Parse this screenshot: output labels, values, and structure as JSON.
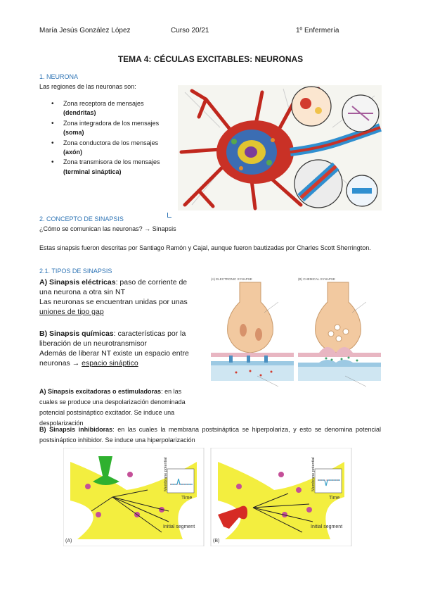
{
  "header": {
    "author": "María Jesús González López",
    "course": "Curso 20/21",
    "program": "1º Enfermería"
  },
  "title": "TEMA 4: CÉCULAS EXCITABLES: NEURONAS",
  "section1": {
    "heading": "1. NEURONA",
    "intro": "Las regiones de las neuronas son:",
    "items": [
      {
        "text": "Zona receptora de mensajes ",
        "bold": "(dendritas)"
      },
      {
        "text": "Zona integradora de los mensajes ",
        "bold": "(soma)"
      },
      {
        "text": "Zona conductora de los mensajes ",
        "bold": "(axón)"
      },
      {
        "text": "Zona transmisora de los mensajes ",
        "bold": "(terminal sináptica)"
      }
    ]
  },
  "section2": {
    "heading": "2. CONCEPTO DE SINAPSIS",
    "question": "¿Cómo se comunican las neuronas? → Sinapsis",
    "paragraph": "Estas sinapsis fueron descritas por Santiago Ramón y Cajal, aunque fueron bautizadas por Charles Scott Sherrington."
  },
  "section21": {
    "heading": "2.1.  TIPOS DE SINAPSIS",
    "a_label": "A) ",
    "a_bold": "Sinapsis eléctricas",
    "a_text": ": paso de corriente de una neurona a otra sin NT",
    "a_line2": "Las neuronas se encuentran unidas por unas ",
    "a_link": "uniones de tipo gap",
    "b_label": "B) ",
    "b_bold": "Sinapsis químicas",
    "b_text": ": características por la liberación de un neurotransmisor",
    "b_line2": "Además de liberar NT existe un espacio entre neuronas → ",
    "b_link": "espacio sináptico",
    "c_label": "A) ",
    "c_bold": "Sinapsis excitadoras o estimuladoras",
    "c_text": ": en las cuales se produce una despolarización denominada potencial postsináptico excitador. Se induce una despolarización",
    "d_label": "B) ",
    "d_bold": "Sinapsis inhibidoras",
    "d_text": ": en las cuales la membrana postsináptica se hiperpolariza, y esto se denomina potencial postsináptico inhibidor. Se induce una hiperpolarización"
  },
  "synapse_figure": {
    "left_title": "(A) ELECTRONIC SYNAPSE",
    "right_title": "(B) CHEMICAL SYNAPSE"
  },
  "potential_figure": {
    "left_label": "(A)",
    "right_label": "(B)",
    "axis_y": "Membrane potential",
    "axis_x": "Time",
    "segment": "Initial segment"
  }
}
